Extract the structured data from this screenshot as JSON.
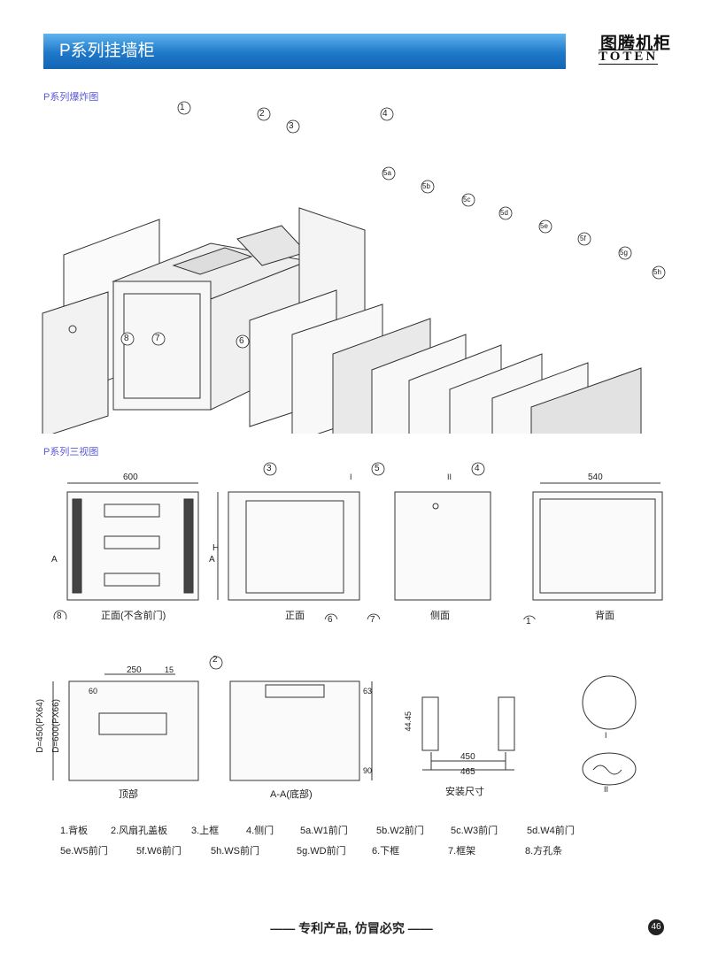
{
  "header": {
    "title": "P系列挂墙柜",
    "logo_cn": "图腾机柜",
    "logo_en": "TOTEN"
  },
  "sections": {
    "exploded": "P系列爆炸图",
    "views": "P系列三视图"
  },
  "callouts": [
    "1",
    "2",
    "3",
    "4",
    "5a",
    "5b",
    "5c",
    "5d",
    "5e",
    "5f",
    "5g",
    "5h",
    "6",
    "7",
    "8"
  ],
  "views": {
    "front_no_door": "正面(不含前门)",
    "front": "正面",
    "side": "侧面",
    "back": "背面",
    "top": "顶部",
    "bottom": "A-A(底部)",
    "install": "安装尺寸"
  },
  "dimensions": {
    "w600": "600",
    "w540": "540",
    "h": "H",
    "a": "A",
    "w250": "250",
    "d15": "15",
    "d60": "60",
    "depth": "D=450(PX64)",
    "depth2": "D=600(PX66)",
    "d63": "63",
    "d90": "90",
    "d44": "44.45",
    "w450": "450",
    "w465": "465",
    "roman1": "I",
    "roman2": "II"
  },
  "legend": [
    [
      "1.背板",
      "2.风扇孔盖板",
      "3.上框",
      "4.侧门",
      "5a.W1前门",
      "5b.W2前门",
      "5c.W3前门",
      "5d.W4前门"
    ],
    [
      "5e.W5前门",
      "5f.W6前门",
      "5h.WS前门",
      "5g.WD前门",
      "6.下框",
      "7.框架",
      "8.方孔条"
    ]
  ],
  "footer": "—— 专利产品, 仿冒必究 ——",
  "page_number": "46"
}
